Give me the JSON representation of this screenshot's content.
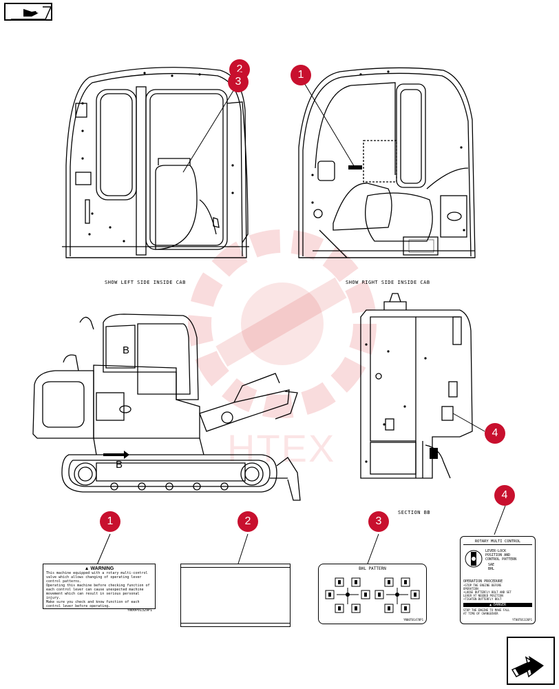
{
  "nav": {
    "prev_icon": "hand-pointer-icon",
    "next_icon": "arrow-next-icon"
  },
  "captions": {
    "left": "SHOW LEFT SIDE INSIDE CAB",
    "right": "SHOW RIGHT SIDE INSIDE CAB",
    "section": "SECTION BB"
  },
  "section_marks": {
    "upper": "B",
    "lower": "B"
  },
  "callouts": {
    "c2": "2",
    "c3_top": "3",
    "c1_top": "1",
    "c4_right": "4",
    "c1": "1",
    "c2_bottom": "2",
    "c3_bottom": "3",
    "c4_bottom": "4"
  },
  "watermark": "HTEX",
  "decal_warning": {
    "title": "WARNING",
    "lines": [
      "This machine equipped with a rotary multi-control",
      "valve which allows changing of operating lever",
      "control patterns.",
      "Operating this machine before checking function of",
      "each control lever can cause unexpected machine",
      "movement which can result in serious personal injury.",
      "Make sure you check and know function of each",
      "control lever before operating."
    ],
    "code": "YN00P01329P1"
  },
  "decal_bhl": {
    "title": "BHL PATTERN",
    "code": "YN00T01478P1"
  },
  "decal_rotary": {
    "title": "ROTARY MULTI CONTROL",
    "lever_lines": [
      "LEVER-LOCK",
      "POSITION AND",
      "CONTROL PATTERN"
    ],
    "modes": [
      "SAE",
      "BHL"
    ],
    "procedure_title": "OPERATION PROCEDURE",
    "procedure_lines": [
      "•STOP THE ENGINE BEFORE",
      "OPERATION",
      "•LOOSE BUTTERFLY BOLT AND SET",
      "LEVER AT NEEDED POSITION",
      "•TIGHTEN BUTTERFLY BOLT"
    ],
    "danger_title": "DANGER",
    "danger_lines": [
      "STOP THE ENGINE TO MAKE FALL",
      "AT TIME OF CHANGEOVER"
    ],
    "code": "YT00T01326P1"
  }
}
